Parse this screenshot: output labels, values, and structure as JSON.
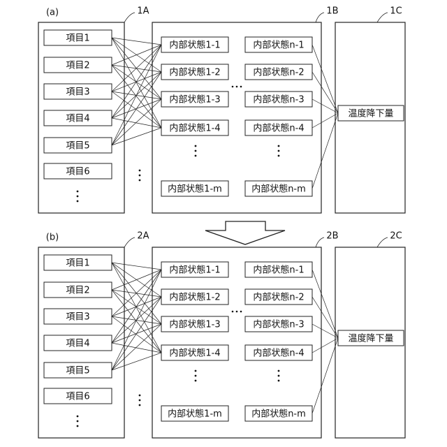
{
  "panels": [
    {
      "label": "(a)",
      "input_ref": "1A",
      "state_ref": "1B",
      "output_ref": "1C",
      "items": [
        "項目1",
        "項目2",
        "項目3",
        "項目4",
        "項目5",
        "項目6"
      ],
      "states_col1": [
        "内部状態1-1",
        "内部状態1-2",
        "内部状態1-3",
        "内部状態1-4"
      ],
      "states_coln": [
        "内部状態n-1",
        "内部状態n-2",
        "内部状態n-3",
        "内部状態n-4"
      ],
      "state_last_col1": "内部状態1-m",
      "state_last_coln": "内部状態n-m",
      "output": "温度降下量"
    },
    {
      "label": "(b)",
      "input_ref": "2A",
      "state_ref": "2B",
      "output_ref": "2C",
      "items": [
        "項目1",
        "項目2",
        "項目3",
        "項目4",
        "項目5",
        "項目6"
      ],
      "states_col1": [
        "内部状態1-1",
        "内部状態1-2",
        "内部状態1-3",
        "内部状態1-4"
      ],
      "states_coln": [
        "内部状態n-1",
        "内部状態n-2",
        "内部状態n-3",
        "内部状態n-4"
      ],
      "state_last_col1": "内部状態1-m",
      "state_last_coln": "内部状態n-m",
      "output": "温度降下量"
    }
  ]
}
